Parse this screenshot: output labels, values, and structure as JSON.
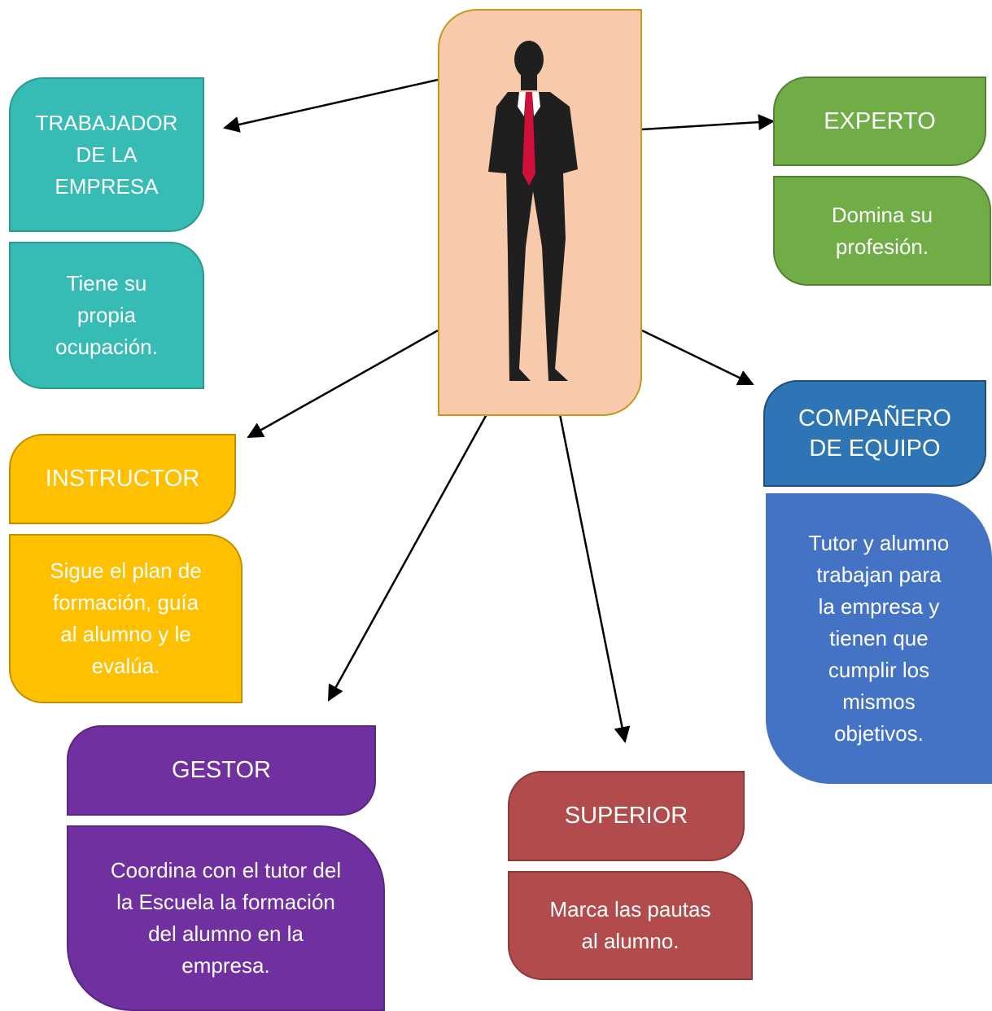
{
  "colors": {
    "center_fill": "#f7caac",
    "center_border": "#c9971c",
    "teal": "#36bbb5",
    "green": "#70ad47",
    "orange": "#ffc000",
    "dark_blue": "#2e75b6",
    "blue": "#4472c4",
    "purple": "#7030a0",
    "red": "#b24c4c"
  },
  "center": {
    "icon": "businessman-silhouette-icon"
  },
  "roles": {
    "trabajador": {
      "title": "TRABAJADOR\nDE LA\nEMPRESA",
      "description": "Tiene su\npropia\nocupación."
    },
    "experto": {
      "title": "EXPERTO",
      "description": "Domina su\nprofesión."
    },
    "instructor": {
      "title": "INSTRUCTOR",
      "description": "Sigue el plan de\nformación, guía\nal alumno y le\nevalúa."
    },
    "companero": {
      "title": "COMPAÑERO\nDE EQUIPO",
      "description": "Tutor y alumno\ntrabajan para\nla empresa y\ntienen que\ncumplir los\nmismos\nobjetivos."
    },
    "gestor": {
      "title": "GESTOR",
      "description": "Coordina con el tutor del\nla Escuela la formación\ndel alumno en la\nempresa."
    },
    "superior": {
      "title": "SUPERIOR",
      "description": "Marca las pautas\nal alumno."
    }
  }
}
